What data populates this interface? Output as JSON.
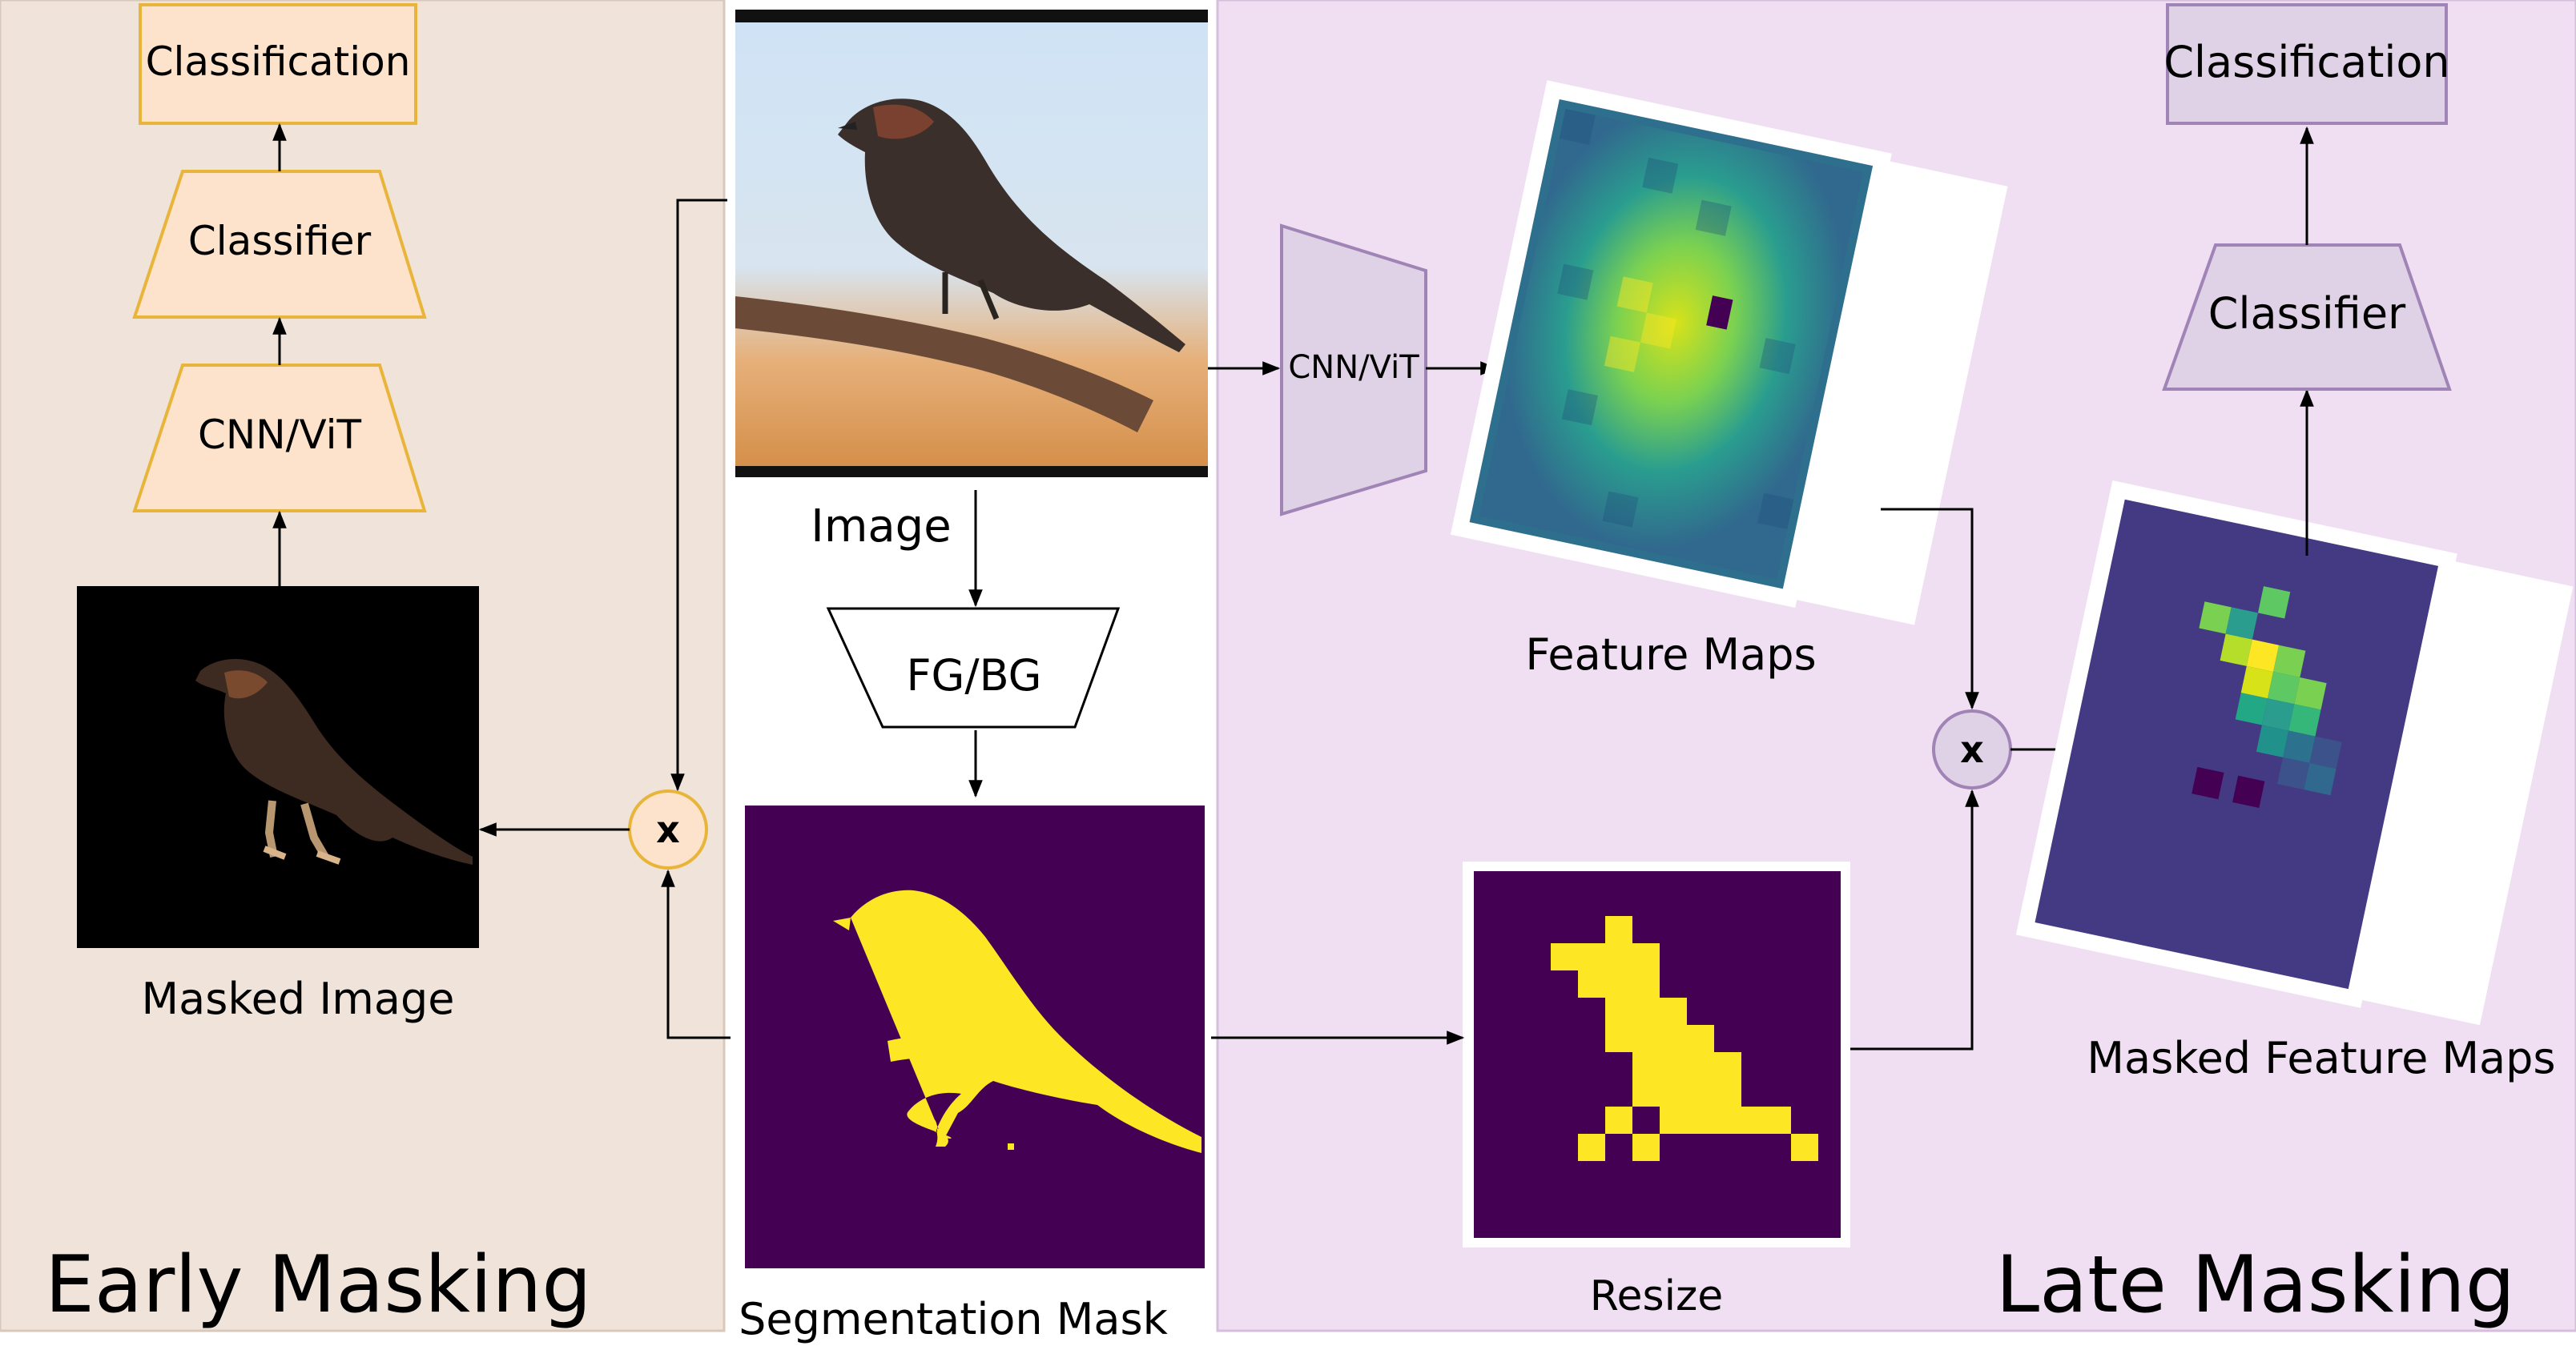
{
  "early_panel": {
    "title": "Early Masking",
    "classification_label": "Classification",
    "classifier_label": "Classifier",
    "backbone_label": "CNN/ViT",
    "masked_image_caption": "Masked Image",
    "multiply_symbol": "x",
    "bg_color": "#f0e4da",
    "accent_color": "#e8b53a",
    "box_fill": "#fde3cc"
  },
  "center": {
    "image_caption": "Image",
    "segmenter_label": "FG/BG",
    "mask_caption": "Segmentation Mask",
    "mask_bg_color": "#440154",
    "mask_fg_color": "#fde725"
  },
  "late_panel": {
    "title": "Late Masking",
    "backbone_label": "CNN/ViT",
    "feature_maps_caption": "Feature Maps",
    "resize_caption": "Resize",
    "multiply_symbol": "x",
    "classifier_label": "Classifier",
    "classification_label": "Classification",
    "masked_feature_maps_caption": "Masked Feature Maps",
    "bg_color": "#f0def2",
    "accent_color": "#9f84b5",
    "box_fill": "#e0d2e6"
  }
}
